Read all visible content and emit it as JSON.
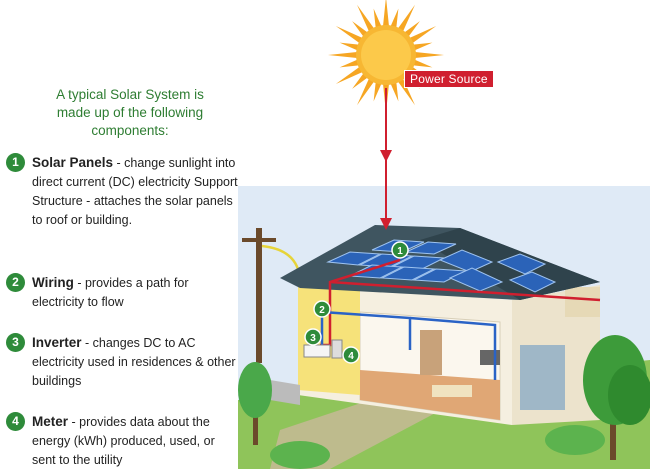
{
  "intro": "A typical Solar System is\nmade up of the following\ncomponents:",
  "power_source_label": "Power Source",
  "components": [
    {
      "number": "1",
      "title": "Solar Panels",
      "separator": " - ",
      "description": "change sunlight into direct current (DC) electricity Support Structure - attaches the  solar panels to roof or building."
    },
    {
      "number": "2",
      "title": "Wiring",
      "separator": " - ",
      "description": "provides a path for electricity to flow"
    },
    {
      "number": "3",
      "title": "Inverter",
      "separator": " - ",
      "description": "changes DC to AC electricity used in residences & other buildings"
    },
    {
      "number": "4",
      "title": "Meter",
      "separator": " - ",
      "description": "provides data about the energy (kWh) produced, used, or sent to the utility"
    }
  ],
  "house_labels": [
    "1",
    "2",
    "3",
    "4"
  ],
  "colors": {
    "accent_green": "#2e8b3a",
    "wire_red": "#d01f2f",
    "sky": "#dce9f7",
    "roof": "#3f5560"
  }
}
